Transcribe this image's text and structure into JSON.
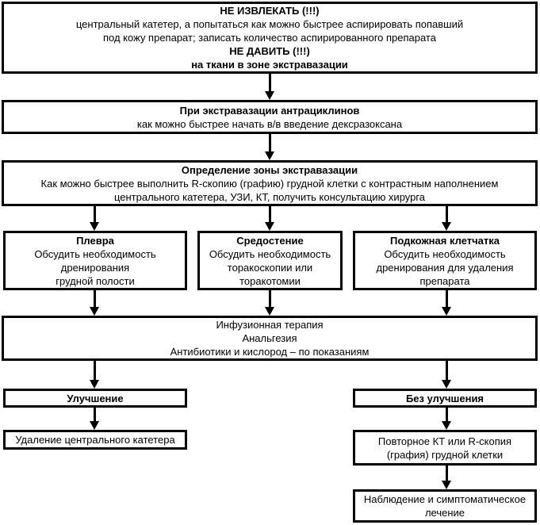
{
  "colors": {
    "border": "#000000",
    "background": "#ffffff",
    "text": "#000000"
  },
  "flowchart": {
    "top_warning": {
      "line1": "НЕ ИЗВЛЕКАТЬ (!!!)",
      "line2": "центральный катетер, а попытаться как можно быстрее аспирировать попавший",
      "line3": "под кожу препарат; записать количество аспирированного препарата",
      "line4": "НЕ ДАВИТЬ (!!!)",
      "line5": "на ткани в зоне экстравазации"
    },
    "anthracycline": {
      "title": "При экстравазации антрациклинов",
      "body": "как можно быстрее начать в/в введение дексразоксана"
    },
    "zone": {
      "title": "Определение зоны экстравазации",
      "body1": "Как можно быстрее выполнить R-скопию (графию) грудной клетки с контрастным наполнением",
      "body2": "центрального катетера, УЗИ, КТ, получить консультацию хирурга"
    },
    "pleura": {
      "title": "Плевра",
      "body1": "Обсудить необходимость",
      "body2": "дренирования",
      "body3": "грудной полости"
    },
    "mediastinum": {
      "title": "Средостение",
      "body1": "Обсудить необходимость",
      "body2": "торакоскопии или",
      "body3": "торакотомии"
    },
    "subcutaneous": {
      "title": "Подкожная клетчатка",
      "body1": "Обсудить необходимость",
      "body2": "дренирования для удаления",
      "body3": "препарата"
    },
    "therapy": {
      "line1": "Инфузионная терапия",
      "line2": "Анальгезия",
      "line3": "Антибиотики и кислород – по показаниям"
    },
    "improvement": {
      "label": "Улучшение"
    },
    "catheter_removal": {
      "label": "Удаление центрального катетера"
    },
    "no_improvement": {
      "label": "Без улучшения"
    },
    "repeat_imaging": {
      "line1": "Повторное КТ или R-скопия",
      "line2": "(графия) грудной клетки"
    },
    "observation": {
      "line1": "Наблюдение и симптоматическое",
      "line2": "лечение"
    }
  }
}
